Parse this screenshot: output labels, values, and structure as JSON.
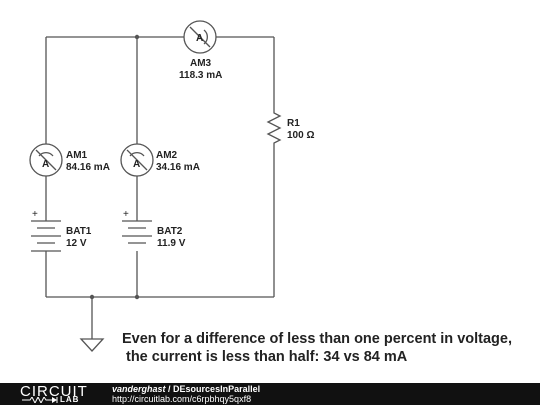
{
  "components": {
    "am3": {
      "name": "AM3",
      "value": "118.3 mA",
      "symbol": "A"
    },
    "am1": {
      "name": "AM1",
      "value": "84.16 mA",
      "symbol": "A"
    },
    "am2": {
      "name": "AM2",
      "value": "34.16 mA",
      "symbol": "A"
    },
    "r1": {
      "name": "R1",
      "value": "100 Ω"
    },
    "bat1": {
      "name": "BAT1",
      "value": "12 V",
      "polarity": "+"
    },
    "bat2": {
      "name": "BAT2",
      "value": "11.9 V",
      "polarity": "+"
    }
  },
  "annotation": {
    "line1": "Even for a difference of less than one percent in voltage,",
    "line2": "the current is less than half: 34 vs 84 mA"
  },
  "footer": {
    "logo_circuit": "CIRCUIT",
    "logo_lab": "LAB",
    "author": "vanderghast",
    "separator": " / ",
    "title": "DEsourcesInParallel",
    "url": "http://circuitlab.com/c6rpbhqy5qxf8"
  }
}
